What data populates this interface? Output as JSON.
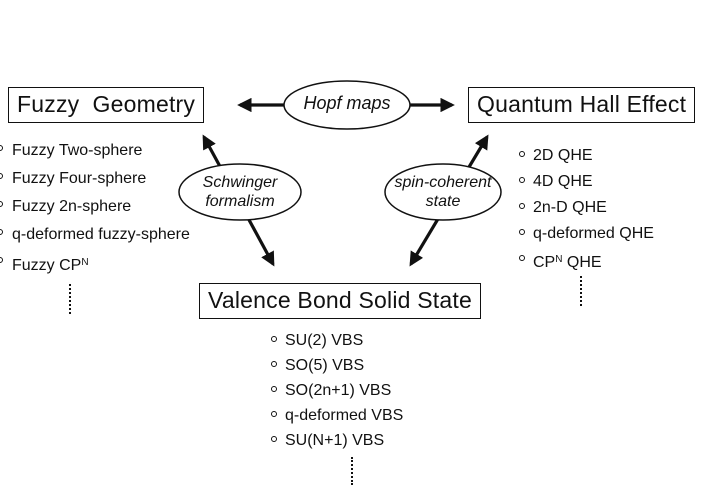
{
  "nodes": {
    "fuzzy_geometry": "Fuzzy  Geometry",
    "quantum_hall_effect": "Quantum Hall Effect",
    "valence_bond_solid": "Valence Bond Solid State"
  },
  "relations": {
    "hopf_maps": "Hopf maps",
    "schwinger_line1": "Schwinger",
    "schwinger_line2": "formalism",
    "spin_coherent_line1": "spin-coherent",
    "spin_coherent_line2": "state"
  },
  "lists": {
    "fuzzy": [
      "Fuzzy Two-sphere",
      "Fuzzy Four-sphere",
      "Fuzzy 2n-sphere",
      "q-deformed fuzzy-sphere",
      "Fuzzy CP"
    ],
    "fuzzy_sup": "N",
    "qhe": [
      "2D QHE",
      "4D QHE",
      "2n-D QHE",
      "q-deformed QHE",
      "CP"
    ],
    "qhe_sup": "N",
    "qhe_last_suffix": " QHE",
    "vbs": [
      "SU(2) VBS",
      "SO(5) VBS",
      "SO(2n+1) VBS",
      "q-deformed VBS",
      "SU(N+1) VBS"
    ]
  }
}
